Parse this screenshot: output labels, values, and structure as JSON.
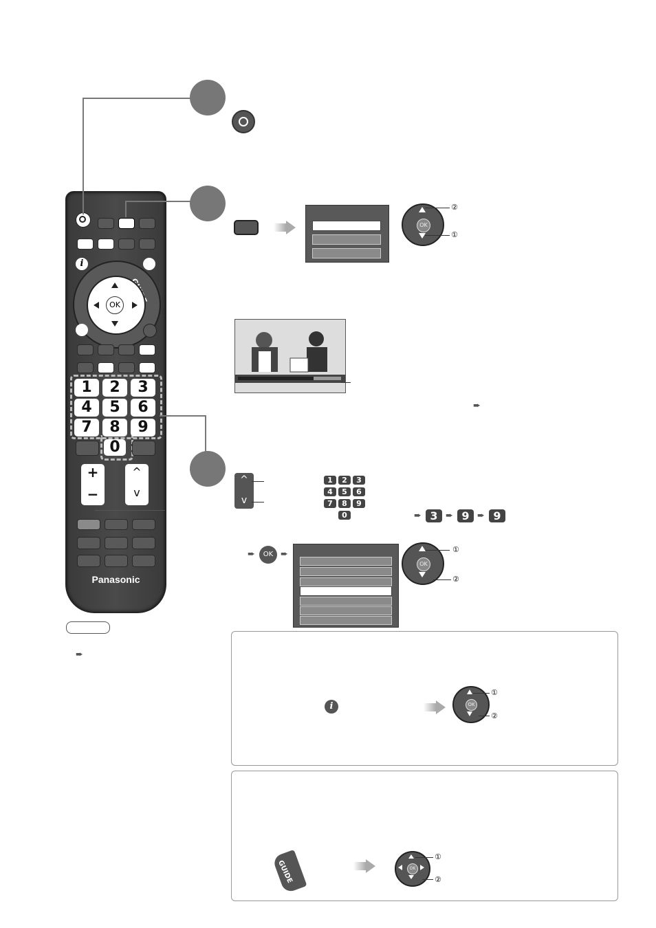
{
  "remote": {
    "brand": "Panasonic",
    "guide_label": "GUIDE",
    "ok_label": "OK",
    "numbers": [
      "1",
      "2",
      "3",
      "4",
      "5",
      "6",
      "7",
      "8",
      "9",
      "0"
    ],
    "vol_plus": "+",
    "vol_minus": "−",
    "ch_up": "^",
    "ch_down": "v"
  },
  "step2": {
    "menu_items": 3,
    "ok_label": "OK",
    "marker_1": "①",
    "marker_2": "②"
  },
  "step3": {
    "ch_up": "^",
    "ch_down": "v",
    "small_keys": [
      "1",
      "2",
      "3",
      "4",
      "5",
      "6",
      "7",
      "8",
      "9",
      "0"
    ],
    "example_keys": [
      "3",
      "9",
      "9"
    ],
    "ok_label": "OK",
    "marker_1": "①",
    "marker_2": "②"
  },
  "box1": {
    "ok_label": "OK",
    "marker_1": "①",
    "marker_2": "②"
  },
  "box2": {
    "guide_label": "GUIDE",
    "ok_label": "OK",
    "marker_1": "①",
    "marker_2": "②"
  },
  "colors": {
    "dark_grey": "#595959",
    "step_circle": "#777777",
    "remote_body": "#404040"
  }
}
